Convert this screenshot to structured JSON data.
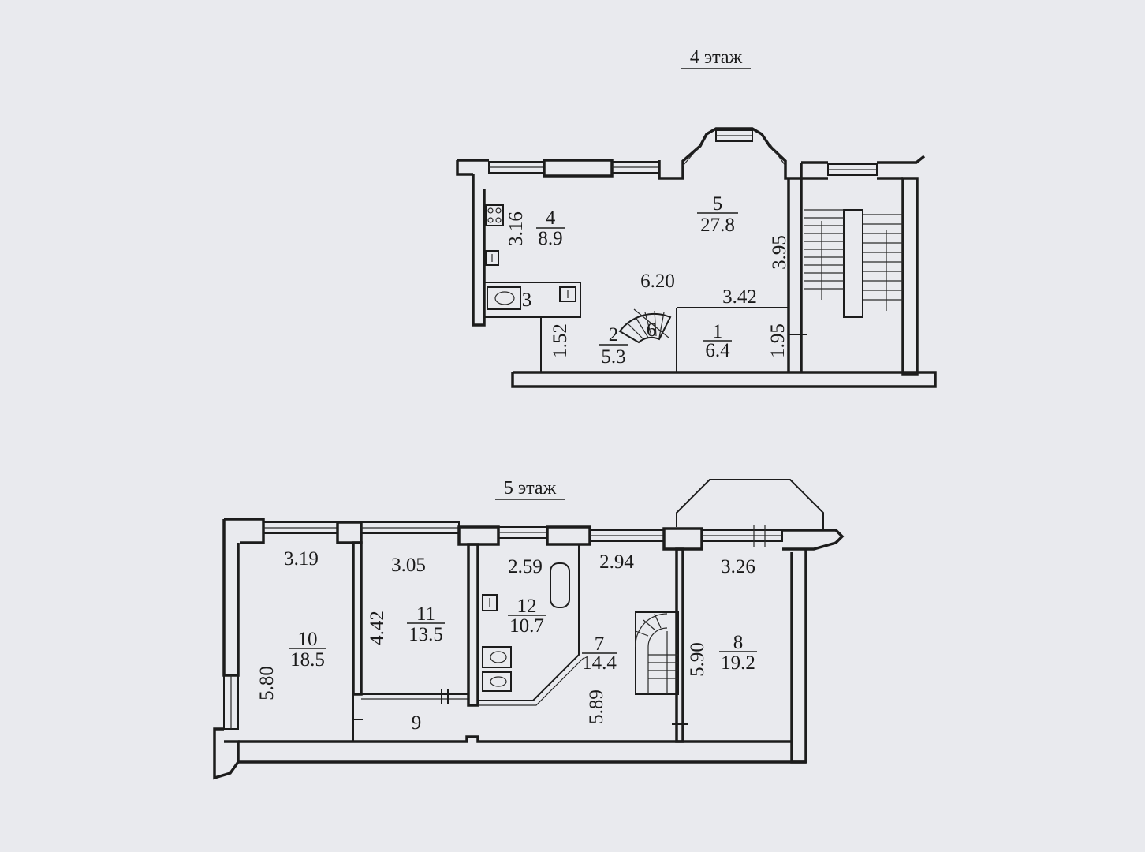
{
  "floor4": {
    "title": "4 этаж",
    "rooms": [
      {
        "number": "1",
        "area": "6.4"
      },
      {
        "number": "2",
        "area": "5.3"
      },
      {
        "number": "3"
      },
      {
        "number": "4",
        "area": "8.9"
      },
      {
        "number": "5",
        "area": "27.8"
      },
      {
        "number": "6"
      }
    ],
    "dimensions": [
      "3.16",
      "3.95",
      "6.20",
      "3.42",
      "1.95",
      "1.52"
    ]
  },
  "floor5": {
    "title": "5 этаж",
    "rooms": [
      {
        "number": "7",
        "area": "14.4"
      },
      {
        "number": "8",
        "area": "19.2"
      },
      {
        "number": "9"
      },
      {
        "number": "10",
        "area": "18.5"
      },
      {
        "number": "11",
        "area": "13.5"
      },
      {
        "number": "12",
        "area": "10.7"
      }
    ],
    "dimensions": [
      "3.19",
      "3.05",
      "2.59",
      "2.94",
      "3.26",
      "4.42",
      "5.80",
      "5.90",
      "5.89"
    ]
  }
}
